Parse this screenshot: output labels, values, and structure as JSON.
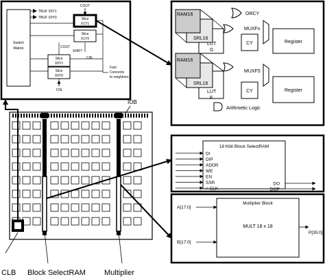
{
  "clb_detail": {
    "tbuf_labels": [
      "TBUF X0Y1",
      "TBUF X0Y0"
    ],
    "cout_label": "COUT",
    "switch_matrix_label": [
      "Switch",
      "Matrix"
    ],
    "slices": [
      {
        "line1": "Slice",
        "line2": "X1Y1"
      },
      {
        "line1": "Slice",
        "line2": "X1Y0"
      },
      {
        "line1": "Slice",
        "line2": "X0Y1"
      },
      {
        "line1": "Slice",
        "line2": "X0Y0"
      }
    ],
    "shift_label": "SHIFT",
    "cin_label": "CIN",
    "fast_connects": [
      "Fast",
      "Connects",
      "to neighbors"
    ]
  },
  "slice_detail": {
    "ram16": "RAM16",
    "srl16": "SRL16",
    "lut_g": [
      "LUT",
      "G"
    ],
    "lut_f": [
      "LUT",
      "F"
    ],
    "orcy": "ORCY",
    "muxfx": "MUXFx",
    "muxf5": "MUXF5",
    "cy": "CY",
    "register": "Register",
    "arith": "Arithmetic Logic"
  },
  "fpga_array": {
    "iob_label": "IOB"
  },
  "bram": {
    "title": "18 Kbit Block SelectRAM",
    "inputs": [
      "DI",
      "DIP",
      "ADDR",
      "WE",
      "EN",
      "SSR",
      "CLK"
    ],
    "outputs": [
      "DO",
      "DOP"
    ]
  },
  "multiplier": {
    "title": "Multiplier Block",
    "input_a": "A[17:0]",
    "input_b": "B[17:0]",
    "core": "MULT 18 x 18",
    "output": "P[35:0]"
  },
  "bottom_labels": {
    "clb": "CLB",
    "block_selectram": "Block SelectRAM",
    "multiplier": "Multiplier"
  }
}
